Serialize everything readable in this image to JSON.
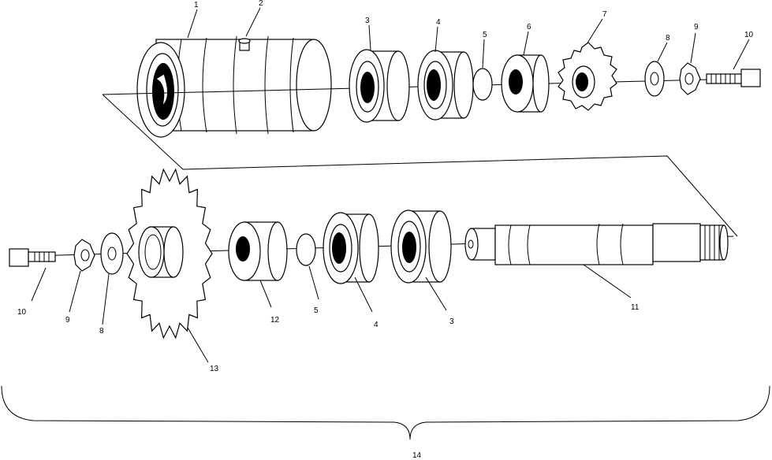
{
  "diagram": {
    "callouts": [
      {
        "id": "c1",
        "text": "1"
      },
      {
        "id": "c2",
        "text": "2"
      },
      {
        "id": "c3a",
        "text": "3"
      },
      {
        "id": "c4a",
        "text": "4"
      },
      {
        "id": "c5a",
        "text": "5"
      },
      {
        "id": "c6",
        "text": "6"
      },
      {
        "id": "c7",
        "text": "7"
      },
      {
        "id": "c8a",
        "text": "8"
      },
      {
        "id": "c9a",
        "text": "9"
      },
      {
        "id": "c10a",
        "text": "10"
      },
      {
        "id": "c10b",
        "text": "10"
      },
      {
        "id": "c9b",
        "text": "9"
      },
      {
        "id": "c8b",
        "text": "8"
      },
      {
        "id": "c13",
        "text": "13"
      },
      {
        "id": "c12",
        "text": "12"
      },
      {
        "id": "c5b",
        "text": "5"
      },
      {
        "id": "c4b",
        "text": "4"
      },
      {
        "id": "c3b",
        "text": "3"
      },
      {
        "id": "c11",
        "text": "11"
      },
      {
        "id": "c14",
        "text": "14"
      }
    ]
  }
}
